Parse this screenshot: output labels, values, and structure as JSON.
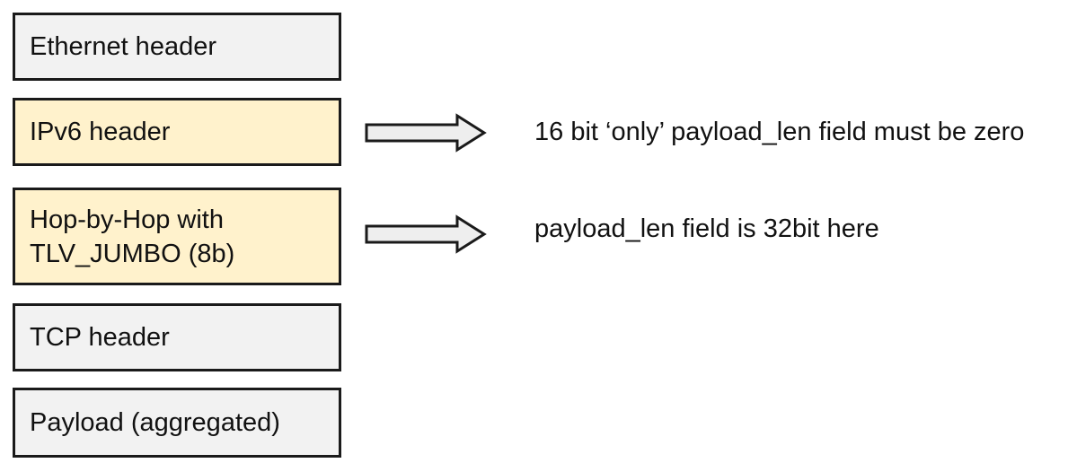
{
  "layers": [
    {
      "id": "ethernet",
      "lines": [
        "Ethernet header"
      ],
      "highlight": false
    },
    {
      "id": "ipv6",
      "lines": [
        "IPv6 header"
      ],
      "highlight": true
    },
    {
      "id": "hop-by-hop",
      "lines": [
        "Hop-by-Hop with",
        "TLV_JUMBO (8b)"
      ],
      "highlight": true
    },
    {
      "id": "tcp",
      "lines": [
        "TCP header"
      ],
      "highlight": false
    },
    {
      "id": "payload",
      "lines": [
        "Payload (aggregated)"
      ],
      "highlight": false
    }
  ],
  "annotations": {
    "ipv6": "16 bit ‘only’ payload_len field must be zero",
    "hop_by_hop": "payload_len field is 32bit here"
  },
  "colors": {
    "plain_fill": "#f2f2f2",
    "highlight_fill": "#fff2cc",
    "border": "#1a1a1a",
    "arrow_fill": "#eeeeee"
  },
  "icons": {
    "arrow": "right-block-arrow-icon"
  }
}
